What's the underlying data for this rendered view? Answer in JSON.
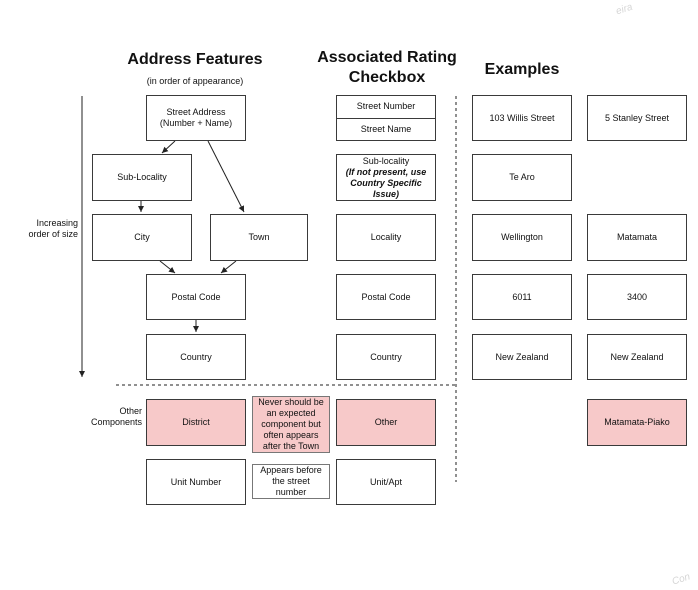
{
  "headers": {
    "address_features": "Address Features",
    "address_features_sub": "(in order of appearance)",
    "rating_checkbox": "Associated Rating Checkbox",
    "examples": "Examples"
  },
  "side_labels": {
    "increasing": "Increasing order of size",
    "other_components": "Other Components"
  },
  "features": {
    "street_address": "Street Address (Number + Name)",
    "sub_locality": "Sub-Locality",
    "city": "City",
    "town": "Town",
    "postal_code": "Postal Code",
    "country": "Country",
    "district": "District",
    "unit_number": "Unit Number"
  },
  "notes": {
    "district_note": "Never should be an expected component but often appears after the Town",
    "unit_note": "Appears before the street number"
  },
  "ratings": {
    "street_number": "Street Number",
    "street_name": "Street Name",
    "sub_locality": "Sub-locality",
    "sub_locality_note": "(If not present, use Country Specific Issue)",
    "locality": "Locality",
    "postal_code": "Postal Code",
    "country": "Country",
    "other": "Other",
    "unit_apt": "Unit/Apt"
  },
  "examples_col1": {
    "street": "103 Willis Street",
    "sub_locality": "Te Aro",
    "locality": "Wellington",
    "postal_code": "6011",
    "country": "New Zealand"
  },
  "examples_col2": {
    "street": "5 Stanley Street",
    "locality": "Matamata",
    "postal_code": "3400",
    "country": "New Zealand",
    "other": "Matamata-Piako"
  },
  "colors": {
    "highlight": "#f7c9c9",
    "border": "#3a3a3a"
  }
}
